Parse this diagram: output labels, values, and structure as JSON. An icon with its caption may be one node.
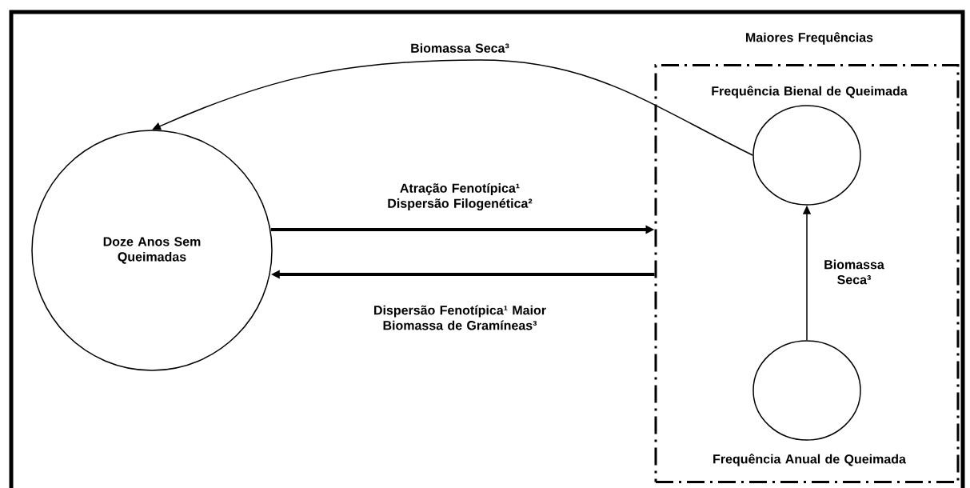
{
  "diagram": {
    "nodes": [
      {
        "text": [
          "Doze Anos Sem Queimadas"
        ]
      },
      {
        "text": [
          "Maiores Frequências"
        ]
      },
      {
        "text": [
          "Frequência Bienal de Queimada"
        ],
        "in": 1
      },
      {
        "text": [
          "Frequência Anual de Queimada"
        ],
        "in": 1
      }
    ],
    "edges": [
      {
        "from": 2,
        "to": 0,
        "arrow": "to",
        "label": "Biomassa Seca³"
      },
      {
        "from": 0,
        "to": 1,
        "arrow": "to",
        "label": "Atração Fenotípica¹ Dispersão Filogenética²",
        "style": "thick"
      },
      {
        "from": 1,
        "to": 0,
        "arrow": "to",
        "label": "Dispersão Fenotípica¹ Maior Biomassa de Gramíneas³",
        "style": "thick"
      },
      {
        "from": 3,
        "to": 2,
        "arrow": "to",
        "label": "Biomassa Seca³"
      }
    ]
  }
}
